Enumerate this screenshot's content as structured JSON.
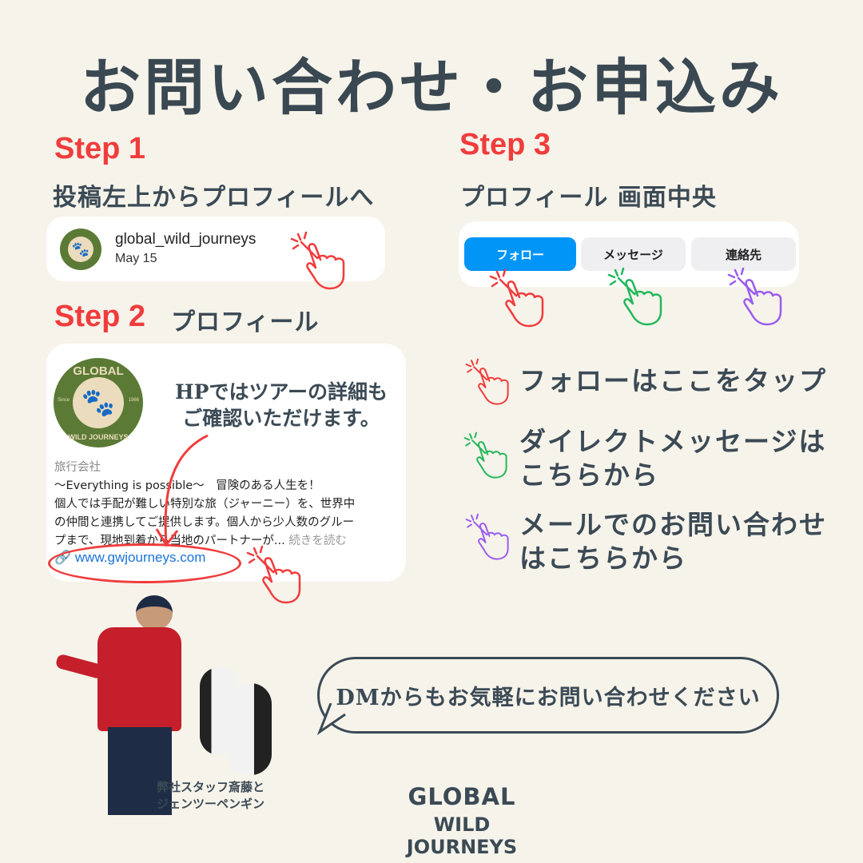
{
  "title": "お問い合わせ・お申込み",
  "step1": {
    "label": "Step 1",
    "subtitle": "投稿左上からプロフィールへ",
    "username": "global_wild_journeys",
    "date": "May 15"
  },
  "step2": {
    "label": "Step 2",
    "subtitle": "プロフィール",
    "callout": [
      "HPではツアーの詳細も",
      "ご確認いただけます。"
    ],
    "category": "旅行会社",
    "bio": [
      "～Everything is possible～　冒険のある人生を！",
      "個人では手配が難しい特別な旅（ジャーニー）を、世界中",
      "の仲間と連携してご提供します。個人から少人数のグルー",
      "プまで、現地到着から当地のパートナーが..."
    ],
    "more": "続きを読む",
    "link": "www.gwjourneys.com"
  },
  "step3": {
    "label": "Step 3",
    "subtitle": "プロフィール 画面中央",
    "buttons": {
      "follow": "フォロー",
      "message": "メッセージ",
      "contact": "連絡先"
    }
  },
  "notes": [
    {
      "text": [
        "フォローはここをタップ"
      ],
      "color": "#f03c3c"
    },
    {
      "text": [
        "ダイレクトメッセージは",
        "こちらから"
      ],
      "color": "#22b85a"
    },
    {
      "text": [
        "メールでのお問い合わせ",
        "はこちらから"
      ],
      "color": "#9b5cf0"
    }
  ],
  "speech": "DMからもお気軽にお問い合わせください",
  "photo_caption": [
    "弊社スタッフ斎藤と",
    "ジェンツーペンギン"
  ],
  "logo": {
    "line1": "GLOBAL",
    "line2": "WILD JOURNEYS",
    "since": "Since",
    "year": "1966"
  },
  "colors": {
    "bg": "#f6f3ea",
    "red": "#f03c3c",
    "blue": "#0095f6",
    "green": "#22b85a",
    "purple": "#9b5cf0",
    "text": "#3b4a55"
  }
}
